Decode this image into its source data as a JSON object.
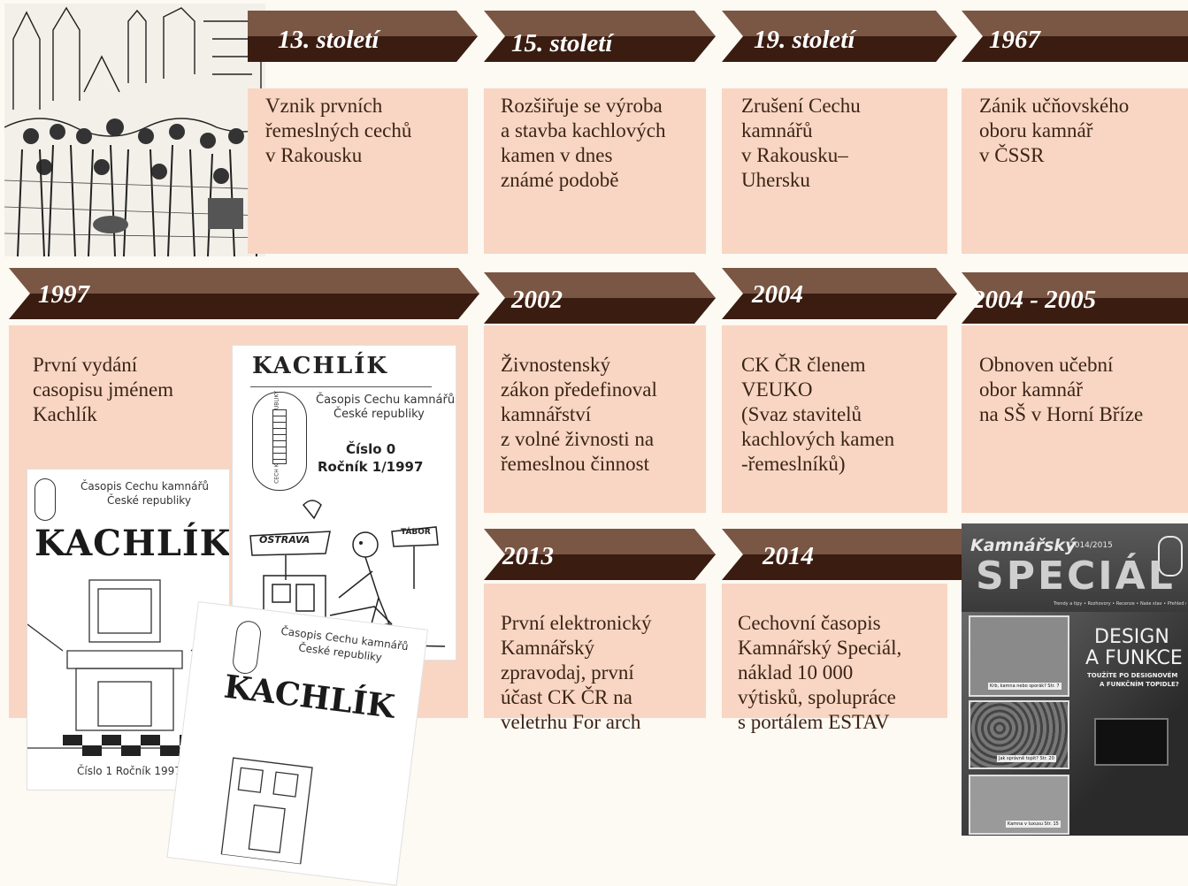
{
  "colors": {
    "card_bg": "#f8d6c3",
    "banner_light": "#7a5644",
    "banner_dark": "#3a1c10",
    "text": "#3b2416",
    "page_bg": "#fdf9f3"
  },
  "timeline": [
    {
      "year": "13. století",
      "text": "Vznik prvních\nřemeslných cechů\nv Rakousku"
    },
    {
      "year": "15. století",
      "text": "Rozšiřuje se výroba\na stavba kachlových\nkamen v dnes\nznámé podobě"
    },
    {
      "year": "19. století",
      "text": "Zrušení Cechu\nkamnářů\nv Rakousku–\nUhersku"
    },
    {
      "year": "1967",
      "text": "Zánik učňovského\noboru kamnář\nv ČSSR"
    },
    {
      "year": "1997",
      "text": "První vydání\ncasopisu jménem\nKachlík"
    },
    {
      "year": "2002",
      "text": "Živnostenský\nzákon předefinoval\nkamnářství\nz volné živnosti na\nřemeslnou činnost"
    },
    {
      "year": "2004",
      "text": "CK ČR členem\nVEUKO\n(Svaz stavitelů\nkachlových kamen\n-řemeslníků)"
    },
    {
      "year": "2004 - 2005",
      "text": "Obnoven učební\nobor kamnář\nna SŠ v Horní Bříze"
    },
    {
      "year": "2013",
      "text": "První elektronický\nKamnářský\nzpravodaj, první\núčast CK ČR na\nveletrhu For arch"
    },
    {
      "year": "2014",
      "text": "Cechovní časopis\nKamnářský Speciál,\nnáklad 10 000\nvýtisků, spolupráce\ns portálem ESTAV"
    }
  ],
  "kachlik_cover_0": {
    "title": "KACHLÍK",
    "subtitle_1": "Časopis Cechu kamnářů",
    "subtitle_2": "České republiky",
    "issue": "Číslo 0",
    "volume": "Ročník 1/1997",
    "sign_left": "OSTRAVA",
    "sign_right": "TÁBOR",
    "seal": "CECH KAMNÁŘŮ ČESKÉ REPUBLIKY"
  },
  "kachlik_cover_1": {
    "subtitle_1": "Časopis Cechu kamnářů",
    "subtitle_2": "České republiky",
    "title": "KACHLÍK",
    "footer": "Číslo 1 Ročník 1997"
  },
  "kachlik_cover_2": {
    "subtitle_1": "Časopis Cechu kamnářů",
    "subtitle_2": "České republiky",
    "title": "KACHLÍK"
  },
  "special_cover": {
    "brand": "Kamnářský",
    "title": "SPECIÁL",
    "issue": "2014/2015",
    "nav": "Trendy a tipy • Rozhovory • Recenze • Naše stav • Přehled členů CK ČR",
    "headline_1": "DESIGN",
    "headline_2": "A FUNKCE",
    "sub_1": "TOUŽÍTE PO DESIGNOVÉM",
    "sub_2": "A FUNKČNÍM TOPIDLE?",
    "caption_1": "Krb, kamna nebo sporák? Str. 7",
    "caption_2": "Jak správně topit? Str. 20",
    "caption_3": "Kamna v luxusu Str. 15"
  }
}
